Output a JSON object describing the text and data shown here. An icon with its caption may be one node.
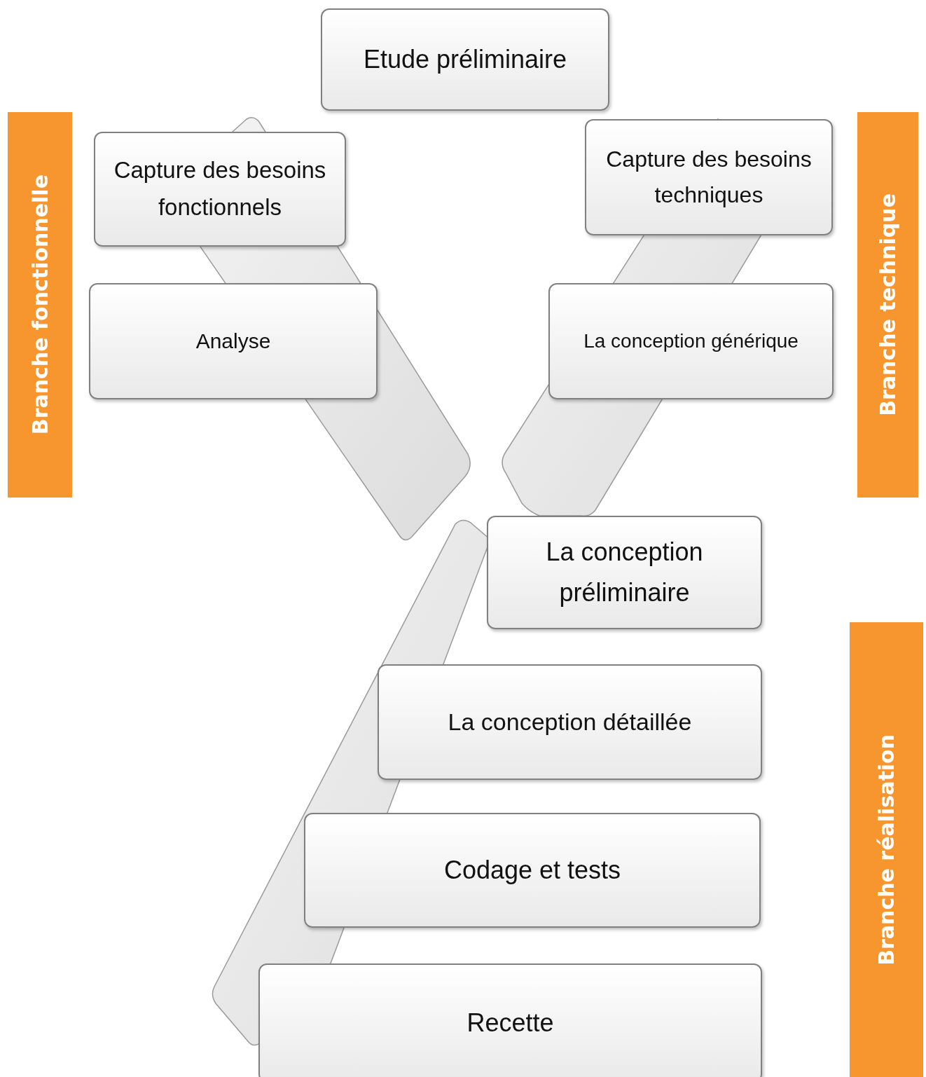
{
  "diagram": {
    "nodes": [
      {
        "text": [
          "Etude préliminaire"
        ]
      },
      {
        "text": [
          "Branche fonctionnelle"
        ]
      },
      {
        "text": [
          "Capture des besoins fonctionnels"
        ]
      },
      {
        "text": [
          "Capture des besoins techniques"
        ]
      },
      {
        "text": [
          "Branche technique"
        ]
      },
      {
        "text": [
          "Analyse"
        ]
      },
      {
        "text": [
          "La conception générique"
        ]
      },
      {
        "text": [
          "La conception préliminaire"
        ]
      },
      {
        "text": [
          "Branche réalisation"
        ]
      },
      {
        "text": [
          "La conception détaillée"
        ]
      },
      {
        "text": [
          "Codage et tests"
        ]
      },
      {
        "text": [
          "Recette"
        ]
      }
    ]
  }
}
